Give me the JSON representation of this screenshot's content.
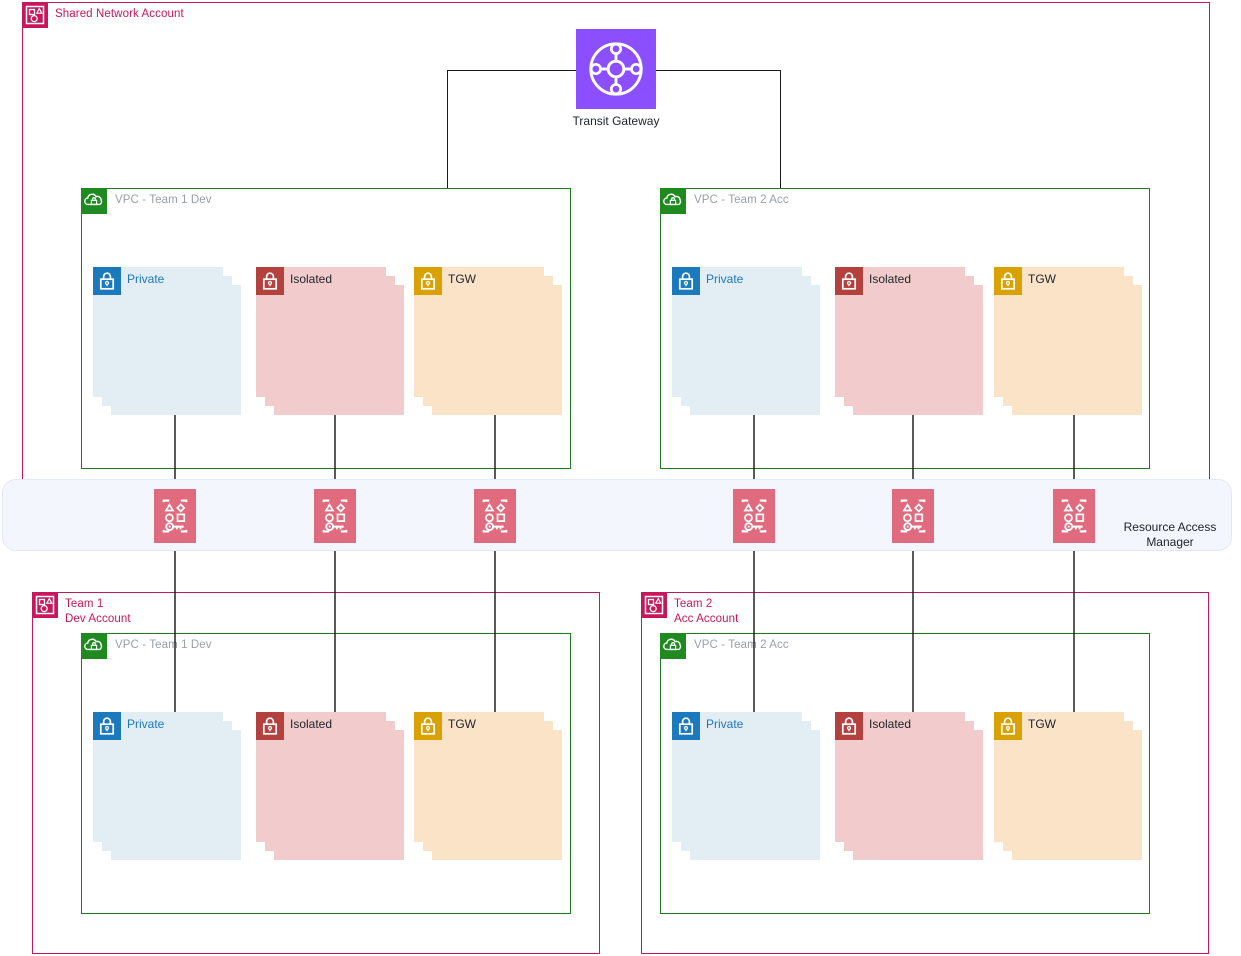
{
  "diagram": {
    "title": "AWS Shared VPC / Transit Gateway architecture",
    "colors": {
      "account_border": "#C7175C",
      "vpc_border": "#1F7A1F",
      "vpc_badge": "#1F8A1F",
      "transit_gateway": "#8C4FFF",
      "ram_band_fill": "#F3F6FD",
      "ram_icon": "#E06B7E",
      "private_icon": "#1B79BE",
      "private_fill": "#E3EDF4",
      "private_label": "#1B79BE",
      "isolated_icon": "#B5413F",
      "isolated_fill": "#F2CCCC",
      "isolated_label": "#20252b",
      "tgw_subnet_icon": "#D9A200",
      "tgw_subnet_fill": "#FBE3C7",
      "tgw_subnet_label": "#20252b"
    }
  },
  "transit_gateway": {
    "label": "Transit Gateway",
    "icon": "transit-gateway-icon"
  },
  "shared_network_account": {
    "title": "Shared Network Account",
    "icon": "aws-account-icon",
    "vpcs": [
      {
        "name": "VPC - Team 1 Dev",
        "icon": "vpc-icon",
        "subnets": [
          {
            "label": "Private",
            "kind": "private",
            "icon": "lock-icon",
            "count": 3
          },
          {
            "label": "Isolated",
            "kind": "isolated",
            "icon": "lock-icon",
            "count": 3
          },
          {
            "label": "TGW",
            "kind": "tgw",
            "icon": "lock-icon",
            "count": 3
          }
        ]
      },
      {
        "name": "VPC - Team 2 Acc",
        "icon": "vpc-icon",
        "subnets": [
          {
            "label": "Private",
            "kind": "private",
            "icon": "lock-icon",
            "count": 3
          },
          {
            "label": "Isolated",
            "kind": "isolated",
            "icon": "lock-icon",
            "count": 3
          },
          {
            "label": "TGW",
            "kind": "tgw",
            "icon": "lock-icon",
            "count": 3
          }
        ]
      }
    ]
  },
  "resource_access_manager": {
    "label": "Resource Access\nManager",
    "icon": "resource-access-manager-icon",
    "share_count": 6
  },
  "team_accounts": [
    {
      "title": "Team 1\nDev Account",
      "icon": "aws-account-icon",
      "vpc": {
        "name": "VPC - Team 1 Dev",
        "icon": "vpc-icon",
        "subnets": [
          {
            "label": "Private",
            "kind": "private",
            "icon": "lock-icon",
            "count": 3
          },
          {
            "label": "Isolated",
            "kind": "isolated",
            "icon": "lock-icon",
            "count": 3
          },
          {
            "label": "TGW",
            "kind": "tgw",
            "icon": "lock-icon",
            "count": 3
          }
        ]
      }
    },
    {
      "title": "Team 2\nAcc Account",
      "icon": "aws-account-icon",
      "vpc": {
        "name": "VPC - Team 2 Acc",
        "icon": "vpc-icon",
        "subnets": [
          {
            "label": "Private",
            "kind": "private",
            "icon": "lock-icon",
            "count": 3
          },
          {
            "label": "Isolated",
            "kind": "isolated",
            "icon": "lock-icon",
            "count": 3
          },
          {
            "label": "TGW",
            "kind": "tgw",
            "icon": "lock-icon",
            "count": 3
          }
        ]
      }
    }
  ]
}
